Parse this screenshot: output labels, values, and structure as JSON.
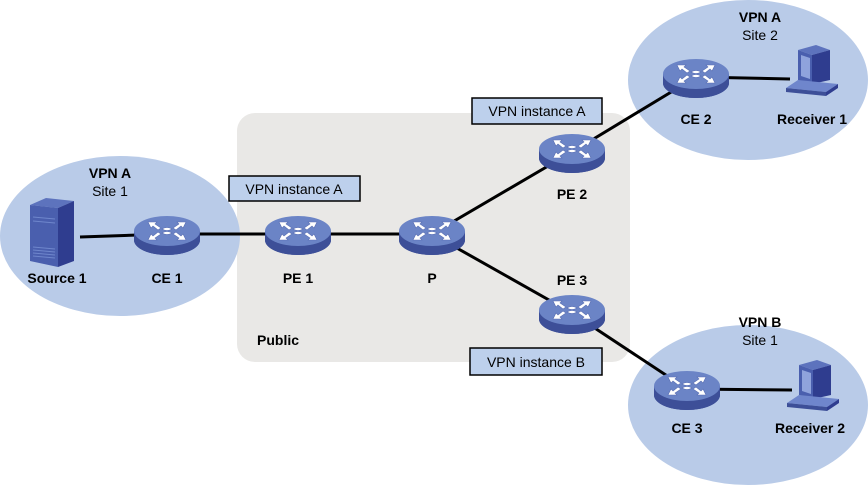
{
  "colors": {
    "site_fill": "#b9cbe8",
    "public_fill": "#e9e8e6",
    "box_fill": "#bdd0ec",
    "device_top": "#6a82c4",
    "device_side": "#3d4f98",
    "link": "#000000"
  },
  "public": {
    "label": "Public"
  },
  "sites": [
    {
      "id": "site-a1",
      "vpn": "VPN A",
      "site": "Site 1"
    },
    {
      "id": "site-a2",
      "vpn": "VPN A",
      "site": "Site 2"
    },
    {
      "id": "site-b1",
      "vpn": "VPN B",
      "site": "Site 1"
    }
  ],
  "instances": [
    {
      "id": "inst-pe1",
      "label": "VPN instance A"
    },
    {
      "id": "inst-pe2",
      "label": "VPN instance A"
    },
    {
      "id": "inst-pe3",
      "label": "VPN instance B"
    }
  ],
  "nodes": [
    {
      "id": "source1",
      "type": "server",
      "label": "Source 1"
    },
    {
      "id": "ce1",
      "type": "router",
      "label": "CE 1"
    },
    {
      "id": "pe1",
      "type": "router",
      "label": "PE 1"
    },
    {
      "id": "p",
      "type": "router",
      "label": "P"
    },
    {
      "id": "pe2",
      "type": "router",
      "label": "PE 2"
    },
    {
      "id": "pe3",
      "type": "router",
      "label": "PE 3"
    },
    {
      "id": "ce2",
      "type": "router",
      "label": "CE 2"
    },
    {
      "id": "ce3",
      "type": "router",
      "label": "CE 3"
    },
    {
      "id": "receiver1",
      "type": "pc",
      "label": "Receiver 1"
    },
    {
      "id": "receiver2",
      "type": "pc",
      "label": "Receiver 2"
    }
  ],
  "links": [
    [
      "source1",
      "ce1"
    ],
    [
      "ce1",
      "pe1"
    ],
    [
      "pe1",
      "p"
    ],
    [
      "p",
      "pe2"
    ],
    [
      "p",
      "pe3"
    ],
    [
      "pe2",
      "ce2"
    ],
    [
      "ce2",
      "receiver1"
    ],
    [
      "pe3",
      "ce3"
    ],
    [
      "ce3",
      "receiver2"
    ]
  ]
}
